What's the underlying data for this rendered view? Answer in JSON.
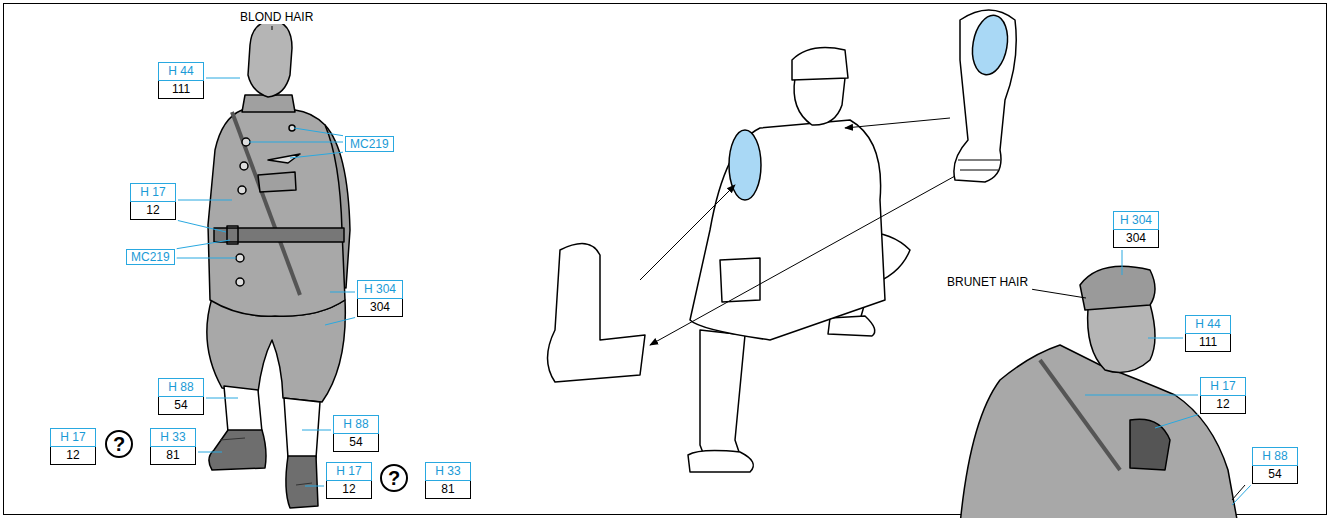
{
  "diagram": {
    "nodes": [
      {
        "text": [
          "H 44",
          "111"
        ]
      },
      {
        "text": [
          "MC219"
        ]
      },
      {
        "text": [
          "H 17",
          "12"
        ]
      },
      {
        "text": [
          "MC219"
        ]
      },
      {
        "text": [
          "H 304",
          "304"
        ]
      },
      {
        "text": [
          "H 88",
          "54"
        ]
      },
      {
        "text": [
          "H 88",
          "54"
        ]
      },
      {
        "text": [
          "H 17",
          "12"
        ]
      },
      {
        "text": [
          "?"
        ]
      },
      {
        "text": [
          "H 33",
          "81"
        ]
      },
      {
        "text": [
          "H 17",
          "12"
        ]
      },
      {
        "text": [
          "?"
        ]
      },
      {
        "text": [
          "H 33",
          "81"
        ]
      },
      {
        "text": [
          "H 304",
          "304"
        ]
      },
      {
        "text": [
          "H 44",
          "111"
        ]
      },
      {
        "text": [
          "H 17",
          "12"
        ]
      },
      {
        "text": [
          "H 88",
          "54"
        ]
      }
    ],
    "labels": [
      "BLOND HAIR",
      "BRUNET HAIR"
    ]
  }
}
